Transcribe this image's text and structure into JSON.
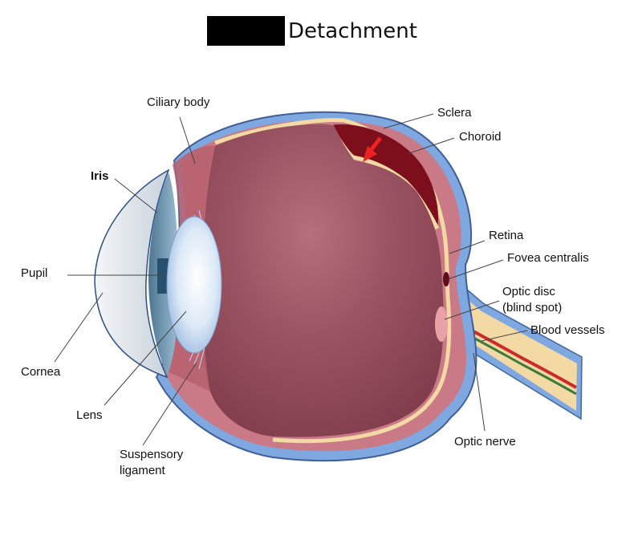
{
  "title": "Detachment",
  "labels": {
    "ciliary_body": "Ciliary body",
    "iris": "Iris",
    "pupil": "Pupil",
    "cornea": "Cornea",
    "lens": "Lens",
    "suspensory_1": "Suspensory",
    "suspensory_2": "ligament",
    "sclera": "Sclera",
    "choroid": "Choroid",
    "retina": "Retina",
    "fovea": "Fovea centralis",
    "optic_disc_1": "Optic disc",
    "optic_disc_2": "(blind spot)",
    "blood_vessels": "Blood vessels",
    "optic_nerve": "Optic nerve"
  },
  "colors": {
    "sclera": "#7fa7e0",
    "choroid": "#c97a86",
    "retina": "#f3d9a3",
    "vitreous": "#8d4654",
    "detached_space": "#7c0f1b",
    "arrow": "#ee2222"
  }
}
